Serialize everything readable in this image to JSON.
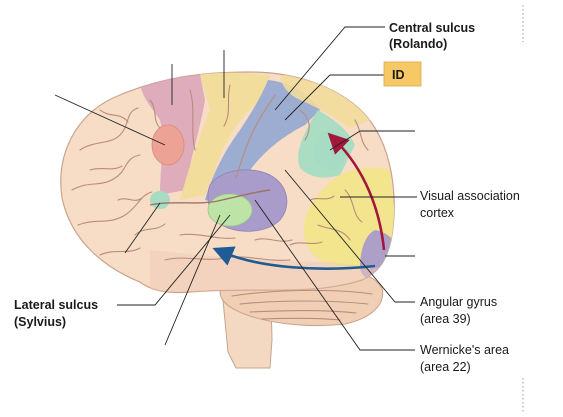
{
  "labels": {
    "central_sulcus": "Central sulcus",
    "central_sulcus_alt": "(Rolando)",
    "id_badge": "ID",
    "visual_association_1": "Visual association",
    "visual_association_2": "cortex",
    "lateral_sulcus": "Lateral sulcus",
    "lateral_sulcus_alt": "(Sylvius)",
    "angular_gyrus": "Angular gyrus",
    "angular_gyrus_area": "(area 39)",
    "wernicke": "Wernicke's area",
    "wernicke_area": "(area 22)"
  },
  "colors": {
    "cortex_base": "#f7dcc6",
    "frontal_pink": "#d9a3b8",
    "motor_yellow": "#f1dc9b",
    "somatosensory_blue": "#98a9d2",
    "parietal_green": "#a6dcc3",
    "visual_yellow": "#f2e58a",
    "occipital_purple": "#a99ccb",
    "broca_red": "#eca396",
    "wernicke_purple": "#a99ccb",
    "auditory_green": "#bde3a6",
    "arrow_red": "#a3173a",
    "arrow_blue": "#1f5b94",
    "id_box": "#f7c866",
    "cerebellum": "#f1cfb5",
    "brainstem": "#f3d8c2"
  }
}
